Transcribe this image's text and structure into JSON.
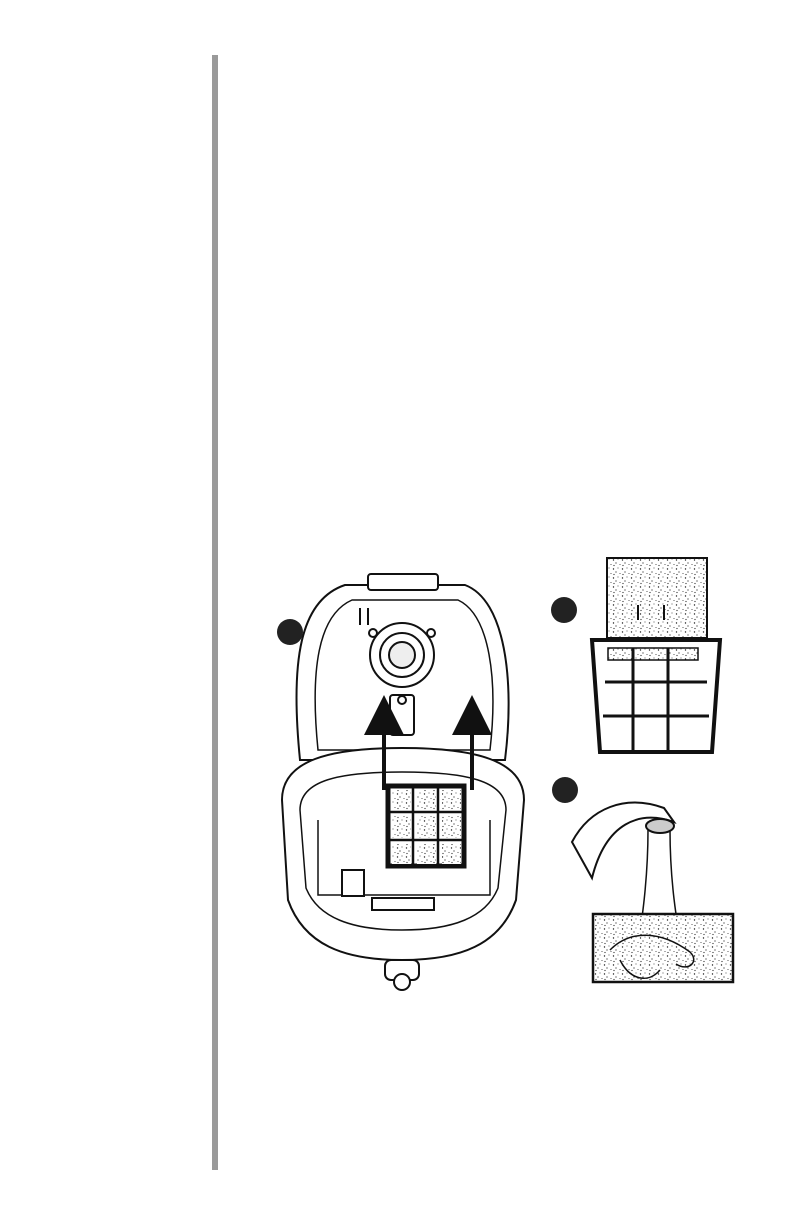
{
  "page": {
    "background": "#ffffff",
    "margin_bar_color": "#9a9a9a"
  },
  "figures": [
    {
      "id": "vacuum-open-lid",
      "step_marker": "dark-circle",
      "arrows": 2
    },
    {
      "id": "filter-removed-from-frame",
      "step_marker": "dark-circle"
    },
    {
      "id": "rinse-filter-under-tap",
      "step_marker": "dark-circle"
    }
  ]
}
